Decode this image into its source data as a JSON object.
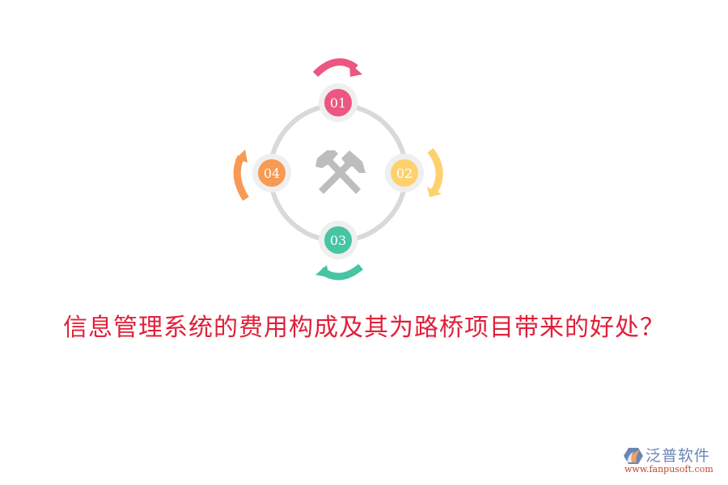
{
  "diagram": {
    "center_icon": "crossed-hammers-icon",
    "ring_color": "#d9d9d9",
    "nodes": [
      {
        "label": "01",
        "color": "#ec5680",
        "position": "top"
      },
      {
        "label": "02",
        "color": "#fdd26e",
        "position": "right"
      },
      {
        "label": "03",
        "color": "#46c4a4",
        "position": "bottom"
      },
      {
        "label": "04",
        "color": "#f79a53",
        "position": "left"
      }
    ]
  },
  "title": {
    "text": "信息管理系统的费用构成及其为路桥项目带来的好处？",
    "color": "#e0203a"
  },
  "logo": {
    "name": "泛普软件",
    "url": "www.fanpusoft.com"
  }
}
